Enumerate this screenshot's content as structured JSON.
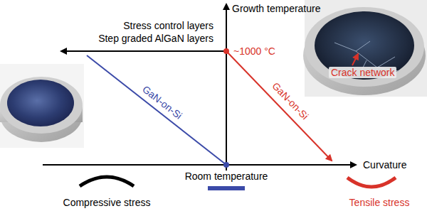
{
  "diagram": {
    "labels": [
      "Growth temperature",
      "Stress control layers",
      "Step graded AlGaN layers",
      "~1000 °C",
      "GaN-on-Si",
      "GaN-on-Si",
      "Crack network",
      "Room temperature",
      "Curvature",
      "Compressive stress",
      "Tensile stress"
    ]
  }
}
